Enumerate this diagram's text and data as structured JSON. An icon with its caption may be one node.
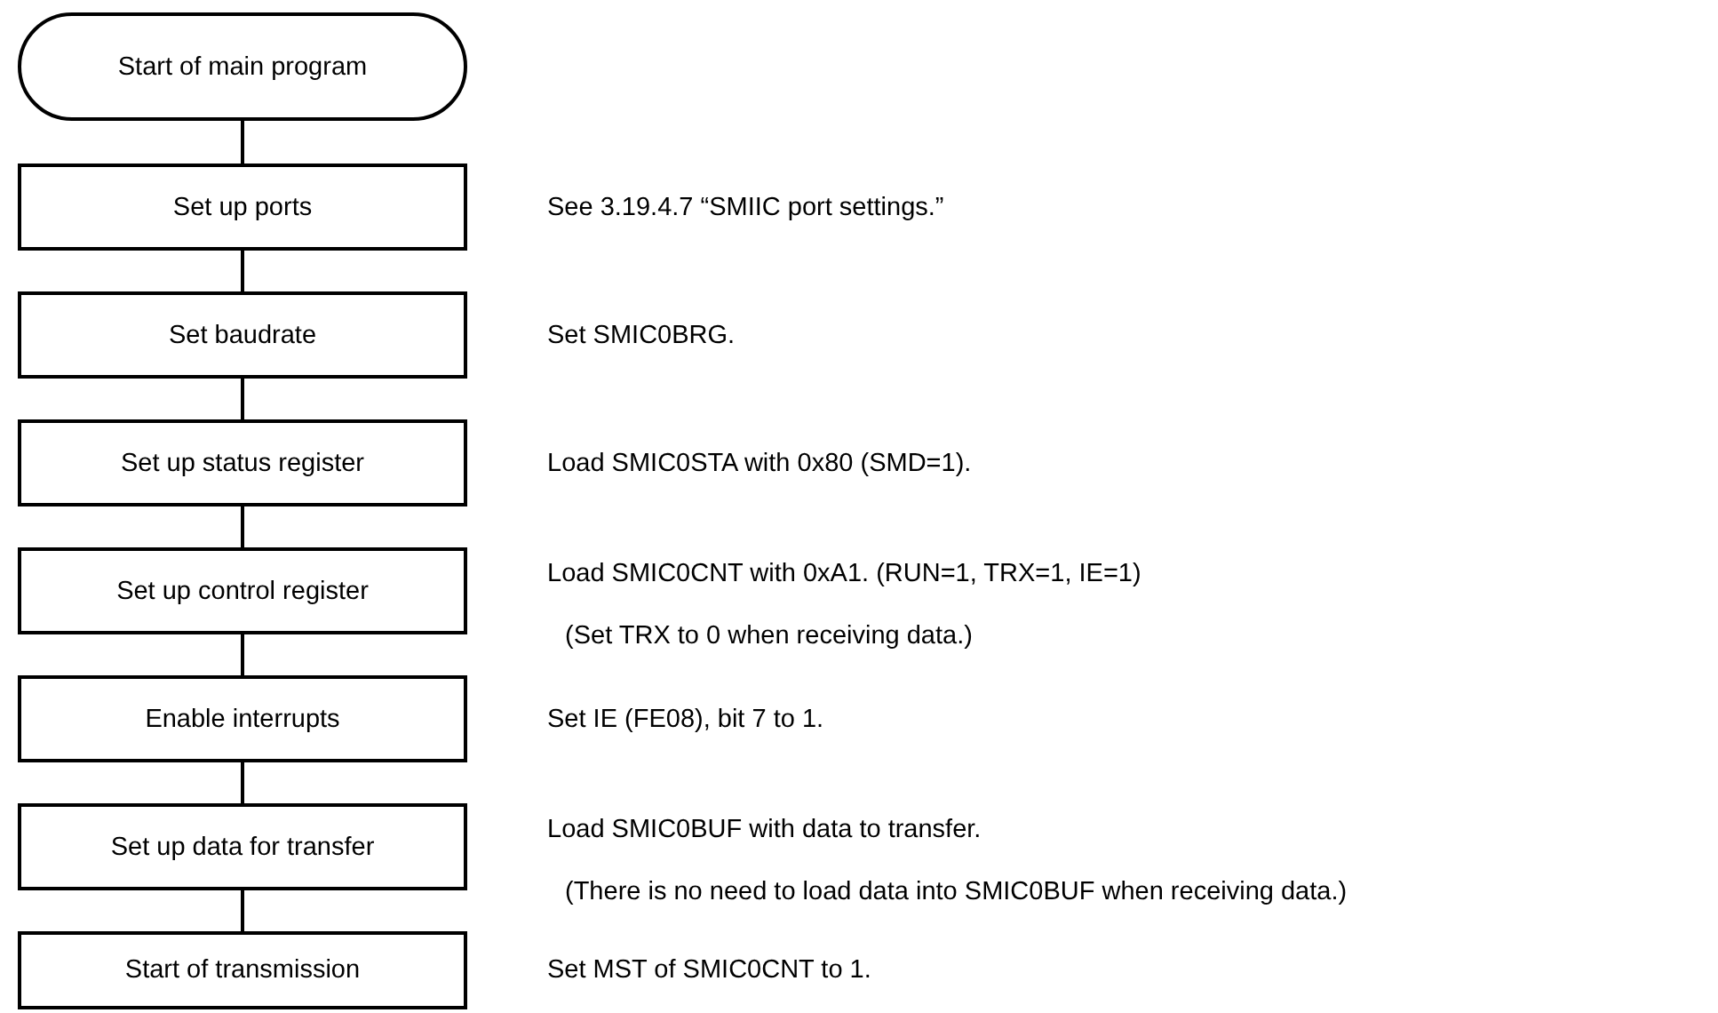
{
  "diagram": {
    "nodes": [
      {
        "text": [
          "Start of main program"
        ]
      },
      {
        "text": [
          "Set up ports"
        ],
        "beside": [
          "See 3.19.4.7 “SMIIC port settings.”"
        ]
      },
      {
        "text": [
          "Set baudrate"
        ],
        "beside": [
          "Set SMIC0BRG."
        ]
      },
      {
        "text": [
          "Set up status register"
        ],
        "beside": [
          "Load SMIC0STA with 0x80 (SMD=1)."
        ]
      },
      {
        "text": [
          "Set up control register"
        ],
        "beside": [
          "Load SMIC0CNT with 0xA1. (RUN=1, TRX=1, IE=1)",
          "(Set TRX to 0 when receiving data.)"
        ]
      },
      {
        "text": [
          "Enable interrupts"
        ],
        "beside": [
          "Set IE (FE08), bit 7 to 1."
        ]
      },
      {
        "text": [
          "Set up data for transfer"
        ],
        "beside": [
          "Load SMIC0BUF with data to transfer.",
          "(There is no need to load data into SMIC0BUF when receiving data.)"
        ]
      },
      {
        "text": [
          "Start of transmission"
        ],
        "beside": [
          "Set MST of SMIC0CNT to 1."
        ]
      }
    ],
    "edges": [
      {
        "from": 0,
        "to": 1,
        "arrow": "none"
      },
      {
        "from": 1,
        "to": 2,
        "arrow": "none"
      },
      {
        "from": 2,
        "to": 3,
        "arrow": "none"
      },
      {
        "from": 3,
        "to": 4,
        "arrow": "none"
      },
      {
        "from": 4,
        "to": 5,
        "arrow": "none"
      },
      {
        "from": 5,
        "to": 6,
        "arrow": "none"
      },
      {
        "from": 6,
        "to": 7,
        "arrow": "none"
      }
    ]
  }
}
